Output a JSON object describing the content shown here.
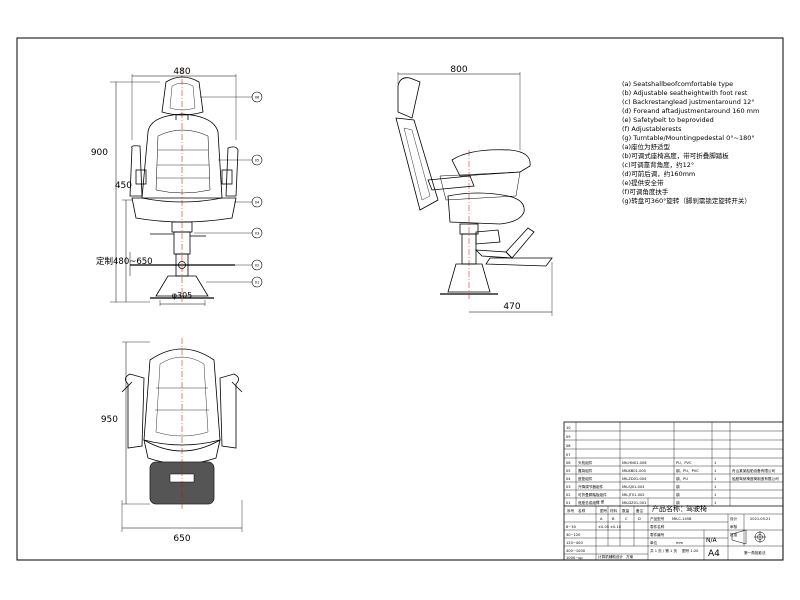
{
  "dimensions": {
    "front_width": "480",
    "front_height": "900",
    "front_seat_height": "450",
    "front_adjust": "定制480~650",
    "base_diameter": "φ305",
    "side_length": "800",
    "side_footrest": "470",
    "top_depth": "950",
    "top_width": "650"
  },
  "balloons": [
    "06",
    "05",
    "04",
    "03",
    "02",
    "01"
  ],
  "notes": [
    "(a) Seatshallbeofcomfortable type",
    "(b) Adjustable seatheightwith foot rest",
    "(c) Backrestanglead justmentaround 12°",
    "(d) Foreand aftadjustmentaround 160 mm",
    "(e) Safetybelt to beprovided",
    "(f) Adjustablerests",
    "(g) Turntable/Mountingpedestal 0°~180°",
    "(a)座位为舒适型",
    "(b)可调式座椅高度，带可折叠脚踏板",
    "(c)可调靠背角度，约12°",
    "(d)可前后调，约160mm",
    "(e)提供安全带",
    "(f)可调角度扶手",
    "(g)转盘可360°旋转（脚刹需锁定旋转开关）"
  ],
  "title_block": {
    "row_numbers": [
      "10",
      "09",
      "08",
      "07",
      "06",
      "05",
      "04",
      "03",
      "02",
      "01"
    ],
    "parts": [
      {
        "no": "06",
        "name": "头枕组件",
        "code": "MK-HN01-006",
        "material": "PU、PVC",
        "qty": "1"
      },
      {
        "no": "05",
        "name": "靠背组件",
        "code": "MK-KB01-005",
        "material": "钢、PU、PVC",
        "qty": "1"
      },
      {
        "no": "04",
        "name": "座垫组件",
        "code": "MK-ZD01-004",
        "material": "钢、PU",
        "qty": "1"
      },
      {
        "no": "03",
        "name": "升降调节器组件",
        "code": "MK-SJ01-003",
        "material": "钢",
        "qty": "1"
      },
      {
        "no": "02",
        "name": "可折叠脚踏板组件",
        "code": "MK-JT01-002",
        "material": "钢",
        "qty": "1"
      },
      {
        "no": "01",
        "name": "底座总成组件",
        "code": "MK-DZ01-001",
        "material": "钢",
        "qty": "1"
      }
    ],
    "company_lines": [
      "舟山某某船舶设备有限公司",
      "船舶驾驶椅座椅制造有限公司"
    ],
    "header_cols": [
      "序号",
      "名称",
      "图号",
      "材料",
      "数量",
      "备注"
    ],
    "tolerance_label": "公 差",
    "grades": [
      "A",
      "B",
      "C",
      "D"
    ],
    "tolerance_rows": [
      {
        "range": "0~6",
        "a": "",
        "b": ""
      },
      {
        "range": "6~30",
        "a": "±0.05",
        "b": "±0.10"
      },
      {
        "range": "30~120",
        "a": "",
        "b": ""
      },
      {
        "range": "120~400",
        "a": "",
        "b": ""
      },
      {
        "range": "400~1000",
        "a": "",
        "b": ""
      },
      {
        "range": "1000~up",
        "a": "",
        "b": ""
      }
    ],
    "product_name_label": "产品名称：",
    "product_name": "驾驶椅",
    "model_label": "产品型号",
    "model": "MK-C-145B",
    "part_name_label": "零件名称",
    "part_name": "",
    "part_no_label": "零件编号",
    "unit_label": "单位",
    "unit": "mm",
    "sheets": "共 1 页 / 第 1 页",
    "scale": "图号 1:20",
    "design_label": "设计",
    "design_date": "2021.05.21",
    "check_label": "审核",
    "approve_label": "批准",
    "projection_label": "第一角投影法",
    "cad_label": "计算机辅助设计",
    "drawer": "方案",
    "sheet_size_top": "N/A",
    "sheet_size": "A4"
  }
}
